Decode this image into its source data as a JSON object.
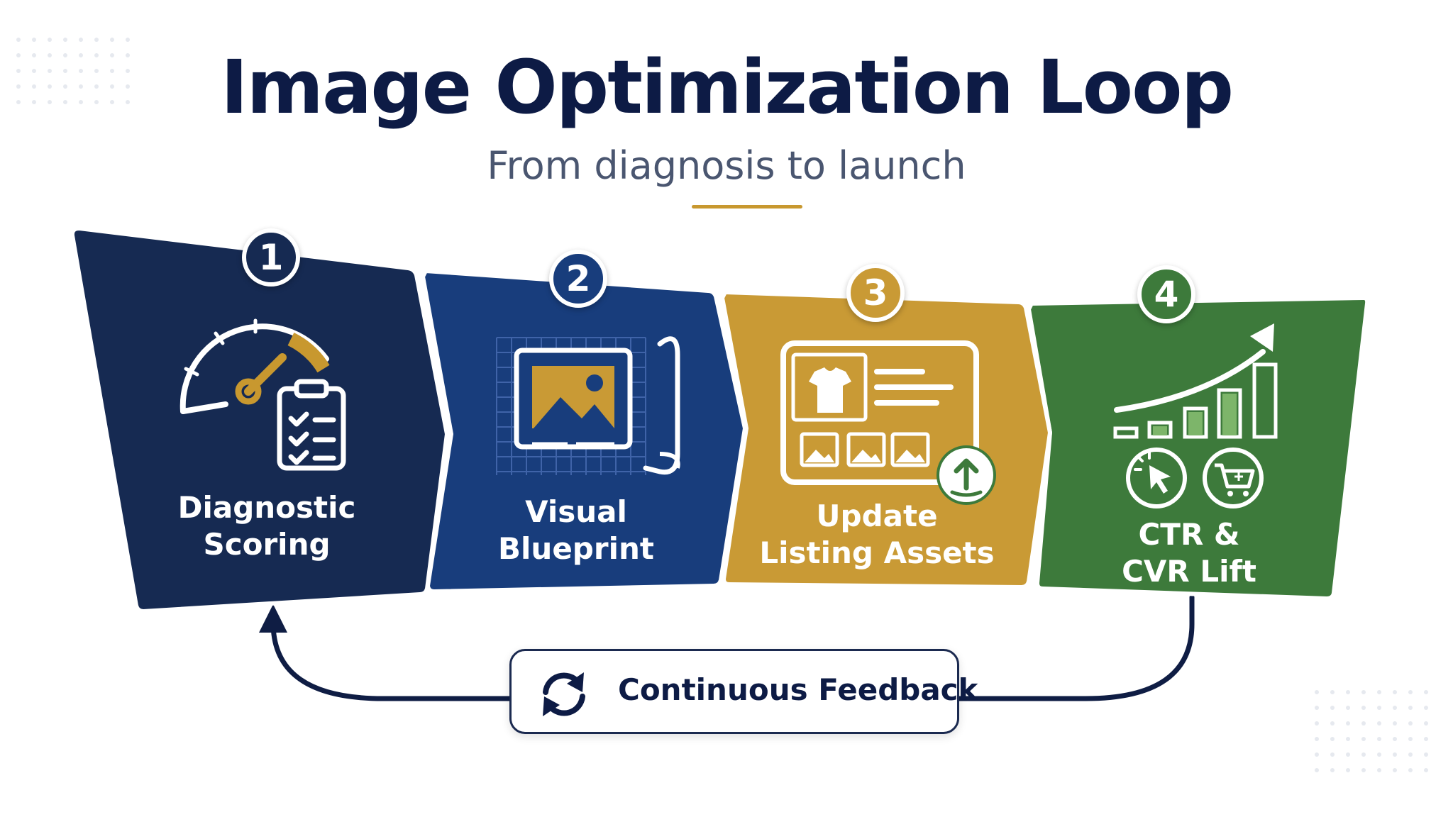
{
  "title": "Image Optimization Loop",
  "subtitle": "From diagnosis to launch",
  "steps": [
    {
      "number": "1",
      "line1": "Diagnostic",
      "line2": "Scoring",
      "color": "#162a52"
    },
    {
      "number": "2",
      "line1": "Visual",
      "line2": "Blueprint",
      "color": "#183d7c"
    },
    {
      "number": "3",
      "line1": "Update",
      "line2": "Listing Assets",
      "color": "#c99a35"
    },
    {
      "number": "4",
      "line1": "CTR &",
      "line2": "CVR Lift",
      "color": "#3d7a3b"
    }
  ],
  "feedback": {
    "label": "Continuous Feedback"
  },
  "colors": {
    "navy": "#0d1b45",
    "gold": "#c8982f",
    "green": "#3d7a3b"
  },
  "icons": [
    "gauge-icon",
    "clipboard-checklist-icon",
    "blueprint-image-icon",
    "listing-page-icon",
    "upload-icon",
    "growth-chart-icon",
    "cursor-click-icon",
    "shopping-cart-icon",
    "refresh-icon"
  ]
}
